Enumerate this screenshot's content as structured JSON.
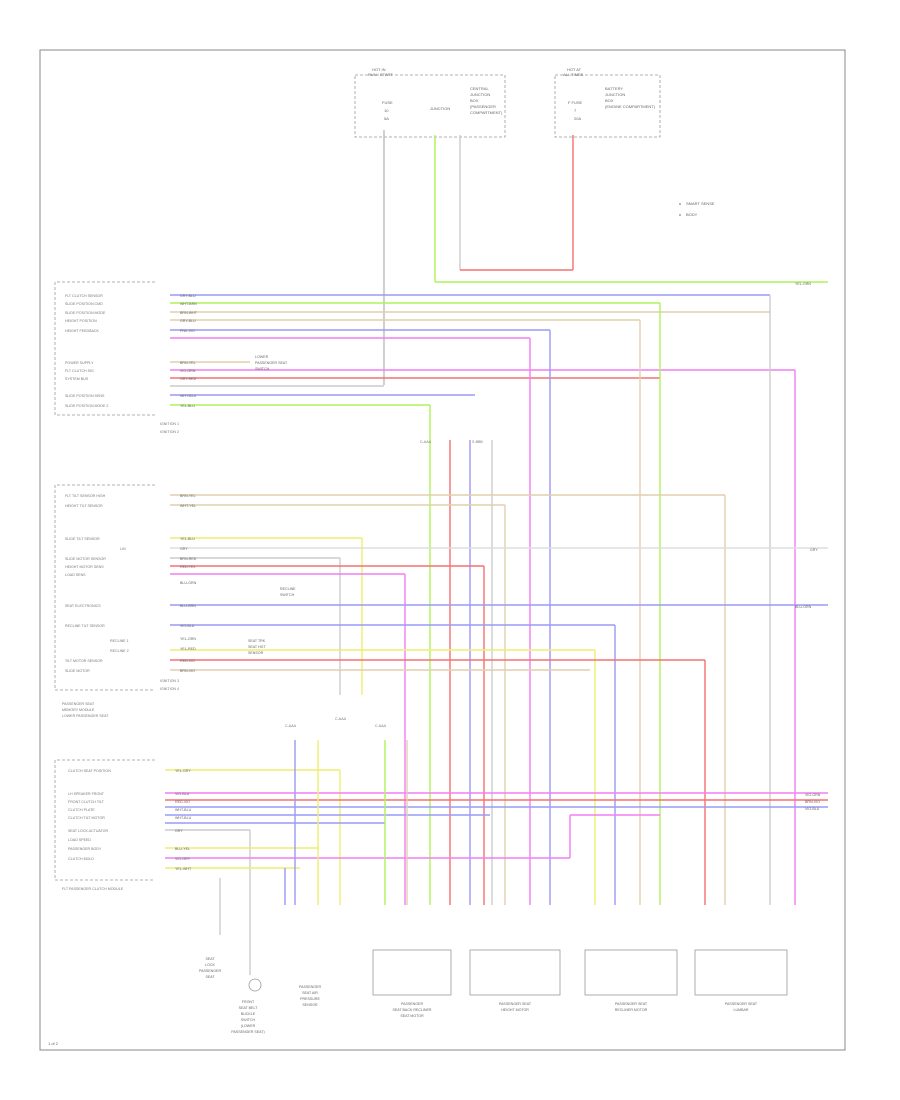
{
  "diagram": {
    "page_number": "1 of 2",
    "legend": [
      "SMART SENSE",
      "BODY"
    ],
    "fuse_box_1": {
      "header": [
        "HOT IN",
        "RUN / START"
      ],
      "fuse": [
        "FUSE",
        "10",
        "5A"
      ],
      "module": [
        "CENTRAL",
        "JUNCTION",
        "BOX",
        "(PASSENGER",
        "COMPARTMENT)"
      ],
      "junction": "JUNCTION"
    },
    "fuse_box_2": {
      "header": [
        "HOT AT",
        "ALL TIMES"
      ],
      "fuse": [
        "F FUSE",
        "7",
        "20A"
      ],
      "module": [
        "BATTERY",
        "JUNCTION",
        "BOX",
        "(ENGINE COMPARTMENT)"
      ]
    },
    "module_1": {
      "pins": [
        "FLT CLUTCH SENSOR",
        "SLIDE POSITION CMD",
        "SLIDE POSITION MODE",
        "HEIGHT POSITION",
        "HEIGHT FEEDBACK",
        "",
        "POWER SUPPLY",
        "FLT CLUTCH SIG",
        "SYSTEM BUS",
        "SLIDE POSITION SENS",
        "SLIDE POSITION MODE 2",
        "IGNITION 1",
        "IGNITION 2"
      ],
      "wire_tags": [
        "GRY-BLU",
        "WHT-BRN",
        "BRN-WHT",
        "GRY-BLU",
        "PNK-VIO",
        "",
        "BRN-YEL",
        "VIO-GRN",
        "GRY-RED",
        "WHT-BLU",
        "YEL-BLU",
        "",
        ""
      ],
      "note": [
        "LOWER",
        "PASSENGER SEAT",
        "SWITCH"
      ]
    },
    "module_2": {
      "pins": [
        "FLT TILT SENSOR HIGH",
        "HEIGHT TILT SENSOR",
        "",
        "",
        "SLIDE TILT SENSOR",
        "LIN",
        "SLIDE MOTOR SENSOR",
        "HEIGHT MOTOR SENS",
        "LOAD SENS",
        "",
        "SEAT ELECTRONICS",
        "",
        "RECLINE TILT SENSOR",
        "RECLINE 1",
        "RECLINE 2",
        "TILT MOTOR SENSOR",
        "SLIDE MOTOR",
        "IGNITION 3",
        "IGNITION 4"
      ],
      "wire_tags": [
        "BRN-YEL",
        "WHT-YEL",
        "",
        "",
        "YEL-BLU",
        "GRY",
        "BRN-RED",
        "RED-YEL",
        "BLU-GRN",
        "",
        "BLU-BRN",
        "",
        "VIO-BLU",
        "YEL-GRN",
        "YEL-RED",
        "RED-VIO",
        "BRN-VIO",
        "",
        ""
      ],
      "side_note": [
        "RECLINE",
        "SWITCH"
      ],
      "side_note_2": [
        "SEAT TRK",
        "SEAT HGT",
        "SENSOR"
      ],
      "label": [
        "PASSENGER SEAT",
        "MEMORY MODULE",
        "LOWER PASSENGER SEAT"
      ]
    },
    "module_3": {
      "pins": [
        "CLUTCH SEAT POSITION",
        "",
        "LH SPEAKER FRONT",
        "FRONT CLUTCH TILT",
        "CLUTCH PLATE",
        "CLUTCH TILT MOTOR",
        "SEAT LOCK ACTUATOR",
        "LOAD SPEED",
        "PASSENGER BODY",
        "CLUTCH MOLD"
      ],
      "wire_tags": [
        "YEL-GRY",
        "",
        "VIO-BLU",
        "RED-VIO",
        "WHT-BLU",
        "WHT-BLU",
        "GRY",
        "BLU-YEL",
        "VIO-GRY",
        "YEL-WHT"
      ],
      "label": "FLT PASSENGER CLUTCH MODULE"
    },
    "connectors": {
      "c1": [
        "C-AAA",
        "S-BBB"
      ],
      "c2": "C-AAA",
      "c3": "C-AAA",
      "c4": "C-AAA"
    },
    "right_labels": {
      "top": "YEL-GRN",
      "mid1": "GRY",
      "mid2": "BLU-GRN",
      "bot1": "VIO-GRN",
      "bot2": "BRN-VIO",
      "bot3": "VIO-BLU"
    },
    "components": {
      "switch": [
        "SEAT",
        "LOCK",
        "PASSENGER",
        "SEAT"
      ],
      "switch_2": [
        "FRONT",
        "SEAT BELT",
        "BUCKLE",
        "SWITCH",
        "(LOWER",
        "PASSENGER SEAT)"
      ],
      "sensor": [
        "PASSENGER",
        "SEAT AIR",
        "PRESSURE",
        "SENSOR"
      ],
      "motor_1": [
        "PASSENGER",
        "SEAT BACK RECLINER",
        "SEAT MOTOR"
      ],
      "motor_2": [
        "PASSENGER SEAT",
        "HEIGHT MOTOR"
      ],
      "motor_3": [
        "PASSENGER SEAT",
        "RECLINER MOTOR"
      ],
      "motor_4": [
        "PASSENGER SEAT",
        "LUMBAR"
      ]
    }
  }
}
